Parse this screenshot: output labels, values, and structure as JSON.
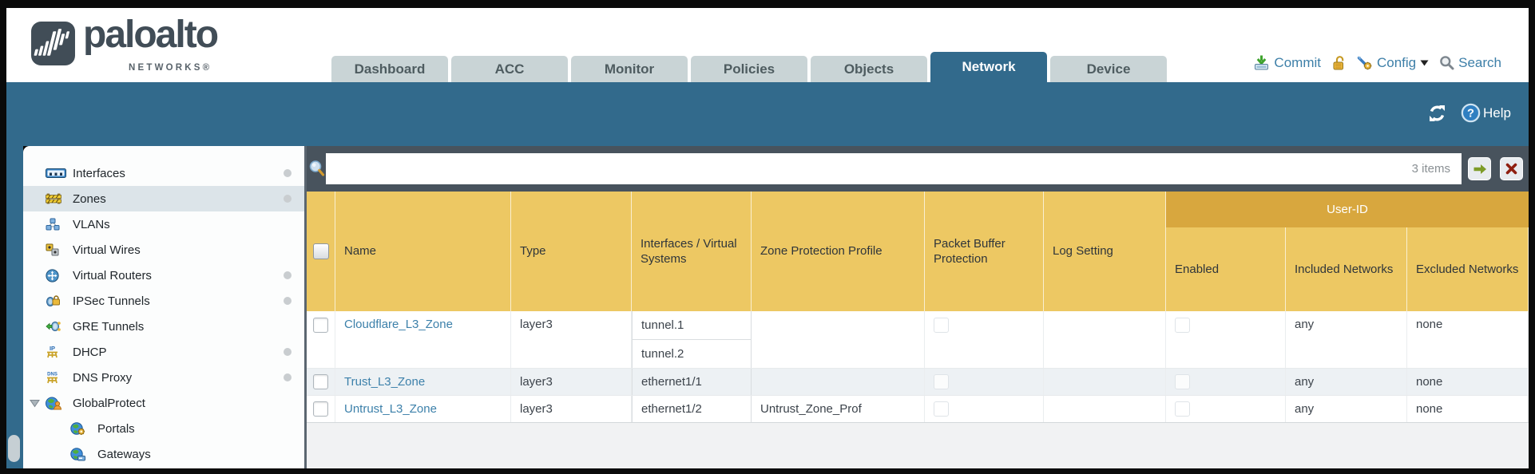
{
  "brand": {
    "name": "paloalto",
    "sub": "NETWORKS®"
  },
  "nav": {
    "tabs": [
      {
        "label": "Dashboard",
        "active": false
      },
      {
        "label": "ACC",
        "active": false
      },
      {
        "label": "Monitor",
        "active": false
      },
      {
        "label": "Policies",
        "active": false
      },
      {
        "label": "Objects",
        "active": false
      },
      {
        "label": "Network",
        "active": true
      },
      {
        "label": "Device",
        "active": false
      }
    ],
    "actions": {
      "commit": "Commit",
      "config": "Config",
      "search": "Search"
    }
  },
  "banner": {
    "help_label": "Help"
  },
  "sidebar": {
    "items": [
      {
        "label": "Interfaces",
        "icon": "interfaces-icon",
        "dot": true,
        "selected": false,
        "expandable": false,
        "child": false
      },
      {
        "label": "Zones",
        "icon": "zones-icon",
        "dot": true,
        "selected": true,
        "expandable": false,
        "child": false
      },
      {
        "label": "VLANs",
        "icon": "vlans-icon",
        "dot": false,
        "selected": false,
        "expandable": false,
        "child": false
      },
      {
        "label": "Virtual Wires",
        "icon": "virtual-wires-icon",
        "dot": false,
        "selected": false,
        "expandable": false,
        "child": false
      },
      {
        "label": "Virtual Routers",
        "icon": "virtual-routers-icon",
        "dot": true,
        "selected": false,
        "expandable": false,
        "child": false
      },
      {
        "label": "IPSec Tunnels",
        "icon": "ipsec-tunnels-icon",
        "dot": true,
        "selected": false,
        "expandable": false,
        "child": false
      },
      {
        "label": "GRE Tunnels",
        "icon": "gre-tunnels-icon",
        "dot": false,
        "selected": false,
        "expandable": false,
        "child": false
      },
      {
        "label": "DHCP",
        "icon": "dhcp-icon",
        "dot": true,
        "selected": false,
        "expandable": false,
        "child": false
      },
      {
        "label": "DNS Proxy",
        "icon": "dns-proxy-icon",
        "dot": true,
        "selected": false,
        "expandable": false,
        "child": false
      },
      {
        "label": "GlobalProtect",
        "icon": "globalprotect-icon",
        "dot": false,
        "selected": false,
        "expandable": true,
        "child": false
      },
      {
        "label": "Portals",
        "icon": "portals-icon",
        "dot": false,
        "selected": false,
        "expandable": false,
        "child": true
      },
      {
        "label": "Gateways",
        "icon": "gateways-icon",
        "dot": false,
        "selected": false,
        "expandable": false,
        "child": true
      }
    ]
  },
  "toolbar": {
    "count_label": "3 items",
    "filter_value": ""
  },
  "table": {
    "group_header": "User-ID",
    "columns": [
      "Name",
      "Type",
      "Interfaces / Virtual Systems",
      "Zone Protection Profile",
      "Packet Buffer Protection",
      "Log Setting",
      "Enabled",
      "Included Networks",
      "Excluded Networks"
    ],
    "rows": [
      {
        "name": "Cloudflare_L3_Zone",
        "type": "layer3",
        "interfaces": [
          "tunnel.1",
          "tunnel.2"
        ],
        "zone_protection_profile": "",
        "packet_buffer_protection": false,
        "log_setting": "",
        "user_id_enabled": false,
        "included_networks": "any",
        "excluded_networks": "none"
      },
      {
        "name": "Trust_L3_Zone",
        "type": "layer3",
        "interfaces": [
          "ethernet1/1"
        ],
        "zone_protection_profile": "",
        "packet_buffer_protection": false,
        "log_setting": "",
        "user_id_enabled": false,
        "included_networks": "any",
        "excluded_networks": "none"
      },
      {
        "name": "Untrust_L3_Zone",
        "type": "layer3",
        "interfaces": [
          "ethernet1/2"
        ],
        "zone_protection_profile": "Untrust_Zone_Prof",
        "packet_buffer_protection": false,
        "log_setting": "",
        "user_id_enabled": false,
        "included_networks": "any",
        "excluded_networks": "none"
      }
    ]
  },
  "colors": {
    "teal": "#326a8c",
    "slate": "#48535d",
    "header_yellow": "#edc863",
    "group_gold": "#d8a73e",
    "link_blue": "#3c80aa"
  }
}
